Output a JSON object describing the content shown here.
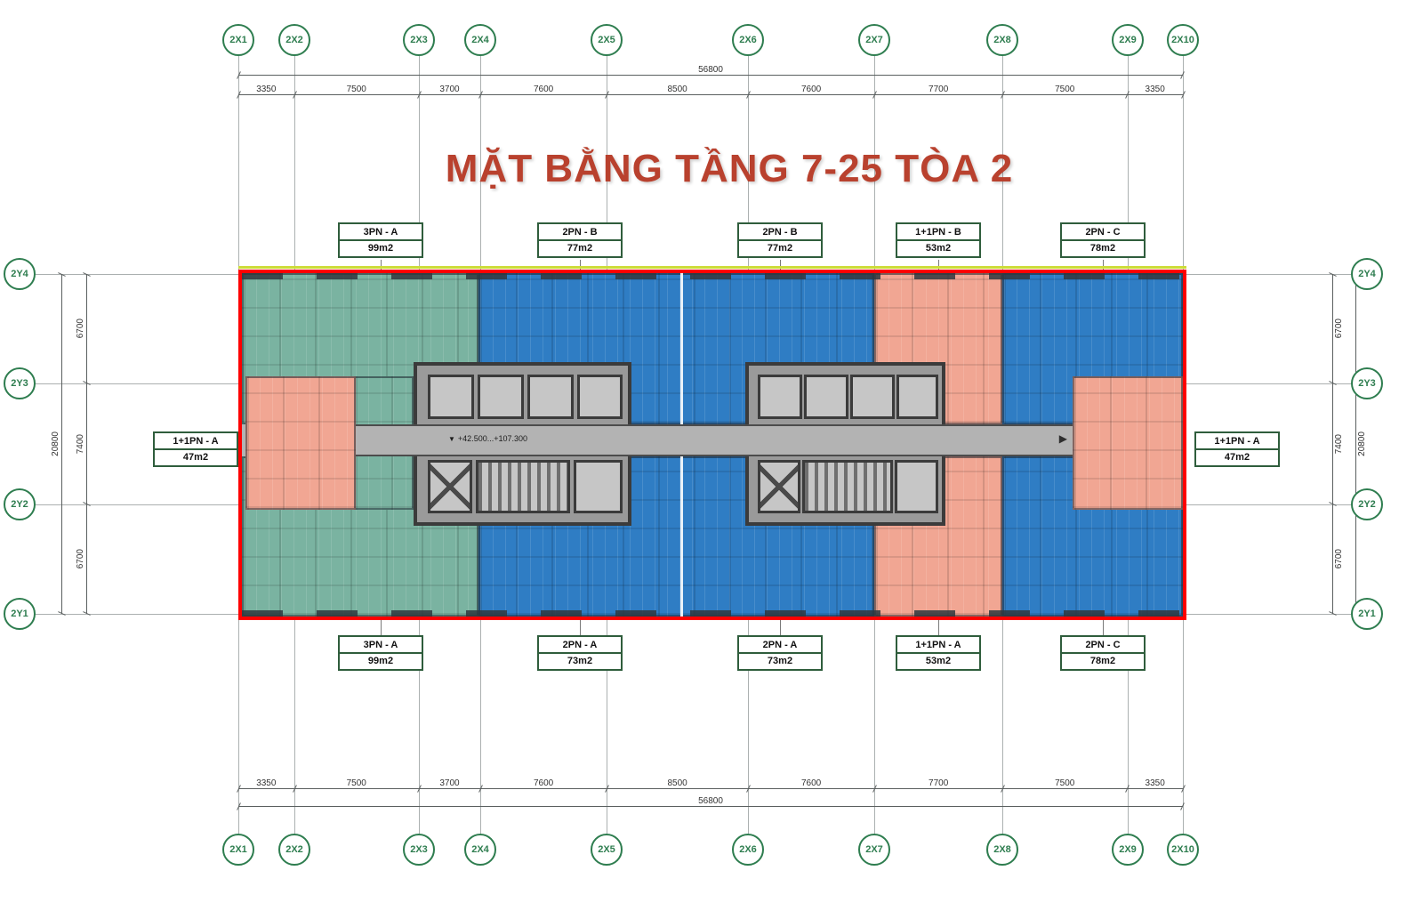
{
  "title": "MẶT BẰNG TẦNG 7-25 TÒA 2",
  "axes": {
    "x": [
      "2X1",
      "2X2",
      "2X3",
      "2X4",
      "2X5",
      "2X6",
      "2X7",
      "2X8",
      "2X9",
      "2X10"
    ],
    "y": [
      "2Y4",
      "2Y3",
      "2Y2",
      "2Y1"
    ]
  },
  "dims": {
    "horizontal": {
      "total": "56800",
      "segments": [
        "3350",
        "7500",
        "3700",
        "7600",
        "8500",
        "7600",
        "7700",
        "7500",
        "3350"
      ]
    },
    "vertical": {
      "total": "20800",
      "segments": [
        "6700",
        "7400",
        "6700"
      ]
    }
  },
  "unit_labels": {
    "top": [
      {
        "name": "3PN - A",
        "area": "99m2"
      },
      {
        "name": "2PN - B",
        "area": "77m2"
      },
      {
        "name": "2PN - B",
        "area": "77m2"
      },
      {
        "name": "1+1PN - B",
        "area": "53m2"
      },
      {
        "name": "2PN - C",
        "area": "78m2"
      }
    ],
    "bottom": [
      {
        "name": "3PN - A",
        "area": "99m2"
      },
      {
        "name": "2PN - A",
        "area": "73m2"
      },
      {
        "name": "2PN - A",
        "area": "73m2"
      },
      {
        "name": "1+1PN - A",
        "area": "53m2"
      },
      {
        "name": "2PN - C",
        "area": "78m2"
      }
    ],
    "left": {
      "name": "1+1PN - A",
      "area": "47m2"
    },
    "right": {
      "name": "1+1PN - A",
      "area": "47m2"
    }
  },
  "plan": {
    "elevation": "+42.500...+107.300"
  },
  "icons": {
    "level_marker": "▼",
    "corridor_arrow": "▶"
  },
  "colors": {
    "unit_teal": "#7ab3a1",
    "unit_blue": "#2f7dc4",
    "unit_pink": "#f1a693",
    "core_gray": "#9a9a9a",
    "corridor_gray": "#b3b3b3",
    "outline_red": "#fe0000",
    "axis_green": "#2e7d4f",
    "title_red": "#b9412e",
    "label_border_green": "#2f5d3c",
    "highlight_yellow": "#cddc39"
  }
}
